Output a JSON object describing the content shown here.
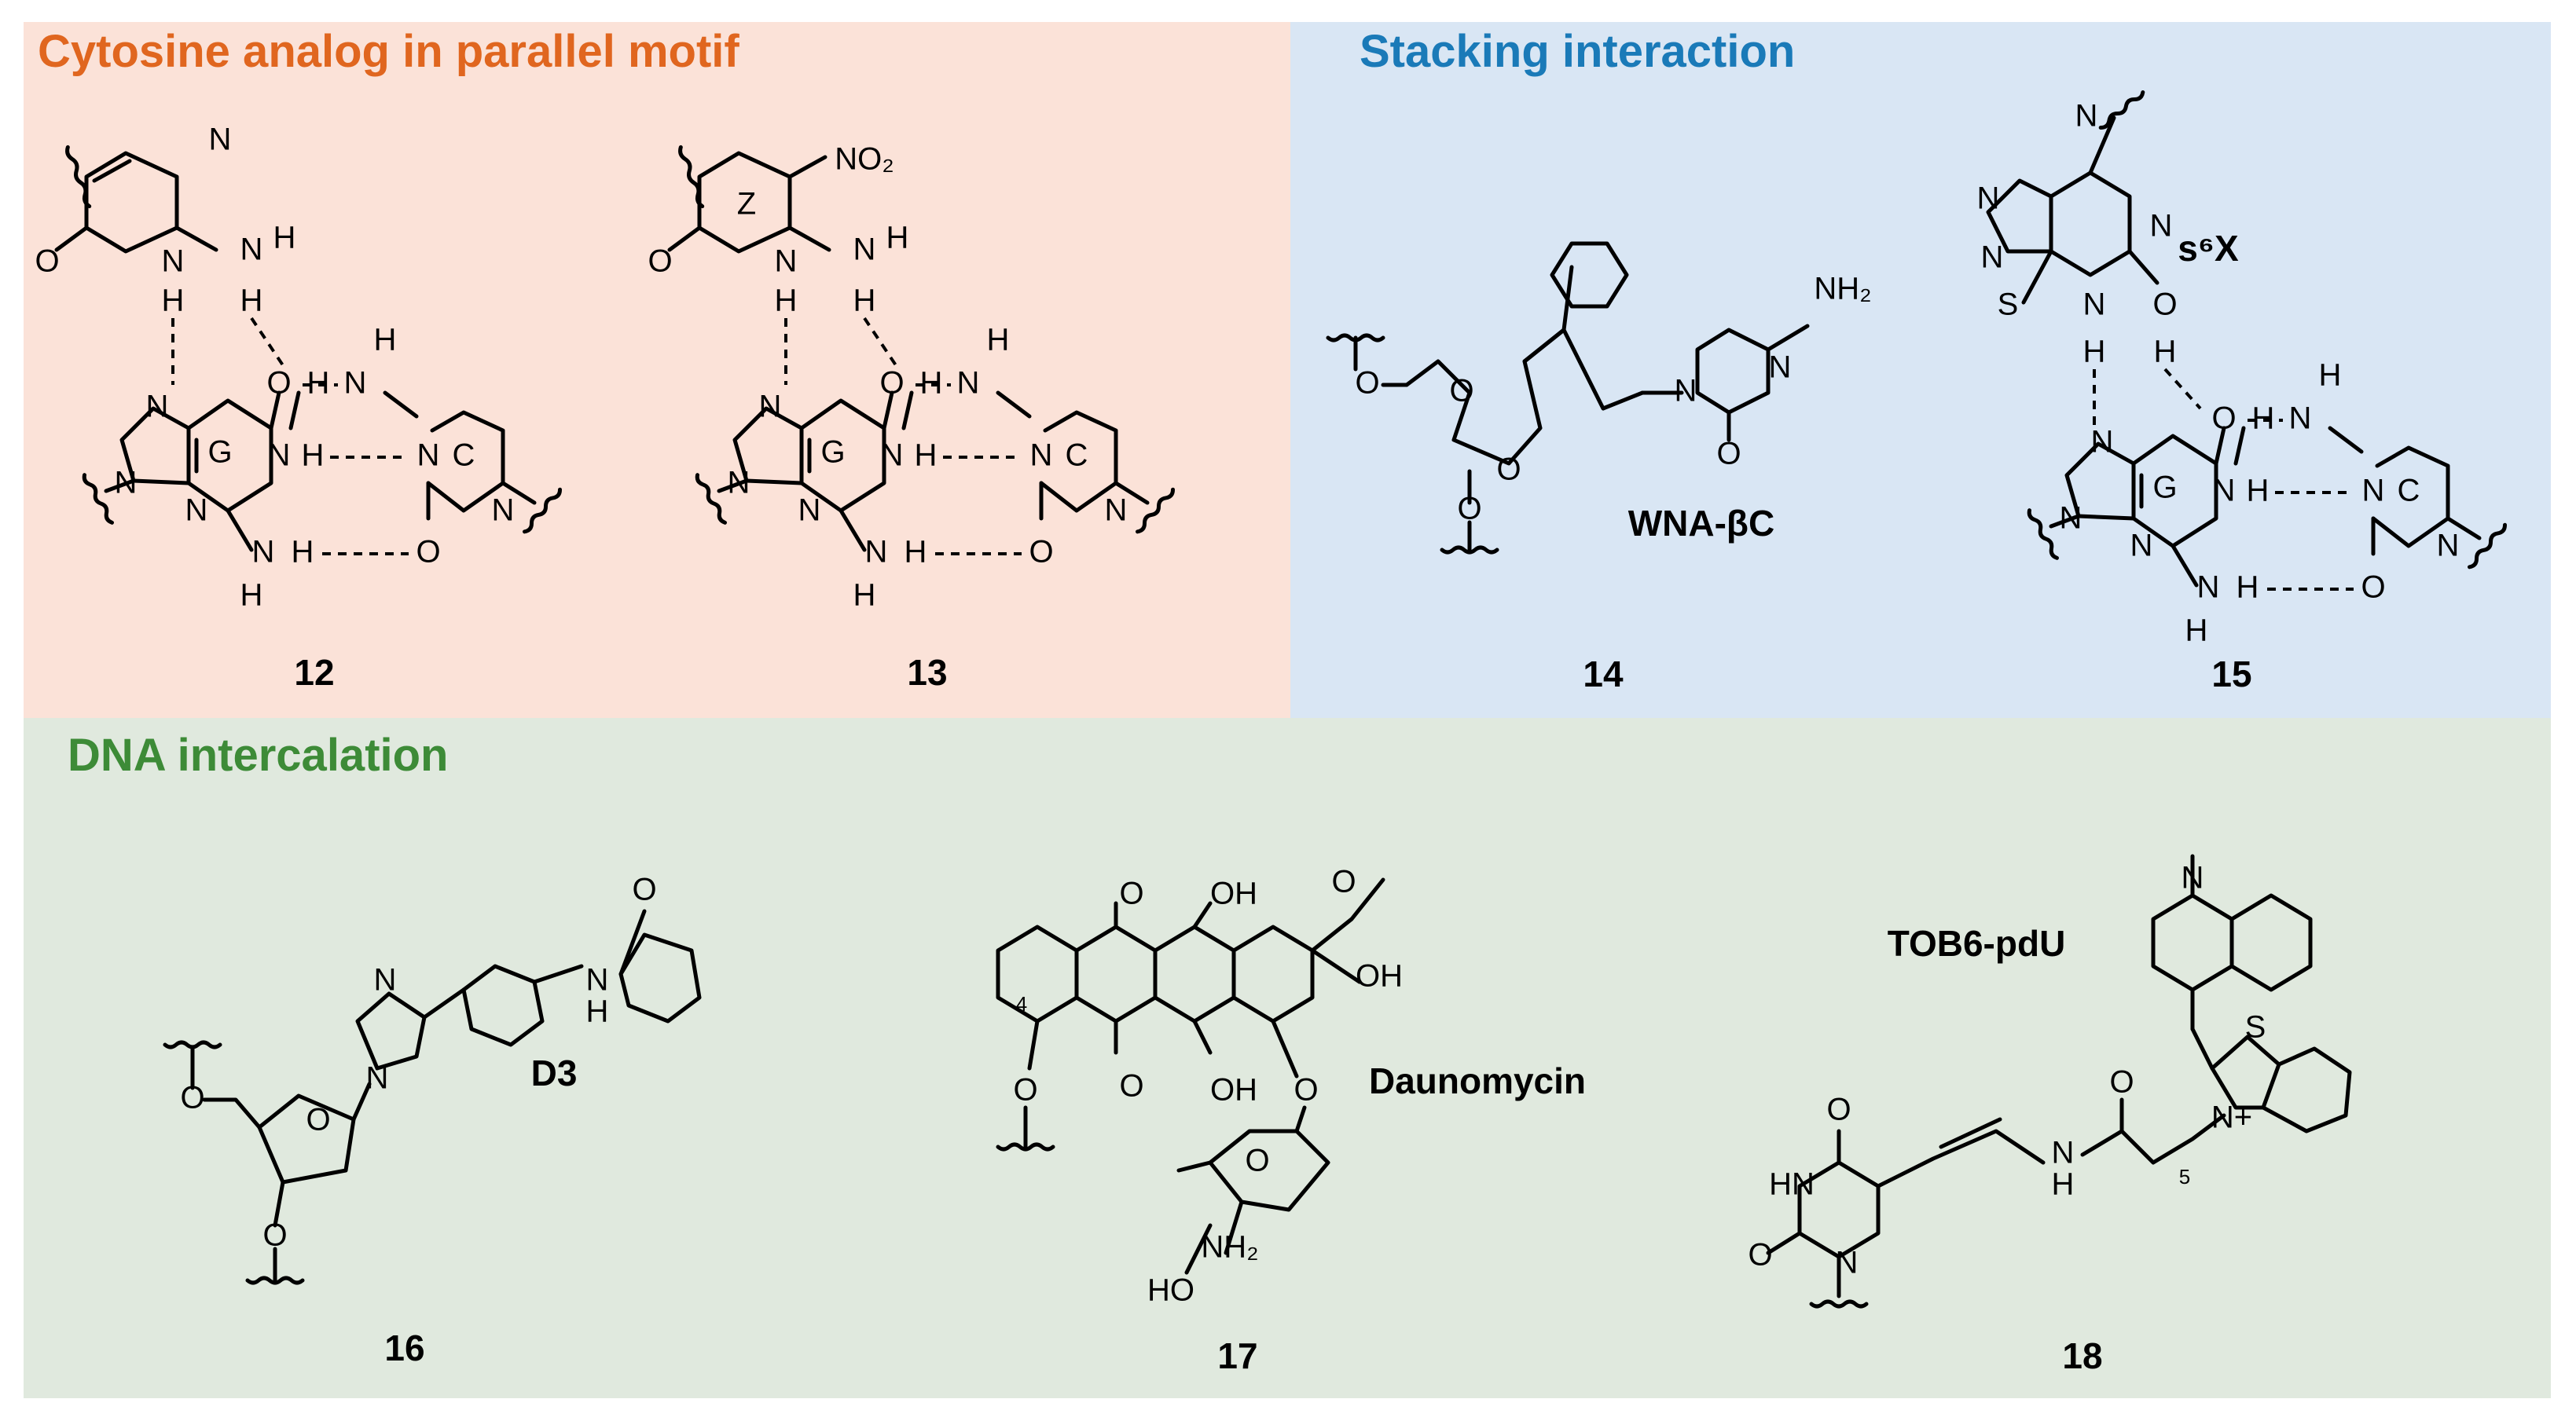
{
  "colors": {
    "panel_orange": "#fbe2d8",
    "panel_blue": "#d9e6f4",
    "panel_green": "#e0e9de",
    "title_orange": "#e0661f",
    "title_blue": "#1a7ab8",
    "title_green": "#3d8b37"
  },
  "panels": {
    "cytosine": {
      "title": "Cytosine analog in parallel motif"
    },
    "stacking": {
      "title": "Stacking interaction"
    },
    "intercalation": {
      "title": "DNA intercalation"
    }
  },
  "compounds": {
    "c12": {
      "number": "12"
    },
    "c13": {
      "number": "13",
      "ring_label": "Z",
      "substituent": "NO₂"
    },
    "c14": {
      "number": "14",
      "name": "WNA-βC",
      "substituent": "NH₂"
    },
    "c15": {
      "number": "15",
      "name": "s⁶X"
    },
    "c16": {
      "number": "16",
      "name": "D3"
    },
    "c17": {
      "number": "17",
      "name": "Daunomycin",
      "position_label": "4"
    },
    "c18": {
      "number": "18",
      "name": "TOB6-pdU",
      "chain_subscript": "5"
    }
  },
  "atoms": {
    "N": "N",
    "H": "H",
    "O": "O",
    "S": "S",
    "OH": "OH",
    "HO": "HO",
    "HN": "HN",
    "NH": "NH",
    "NH2": "NH₂",
    "N+": "N+"
  },
  "bases": {
    "guanine": "G",
    "cytosine": "C"
  }
}
